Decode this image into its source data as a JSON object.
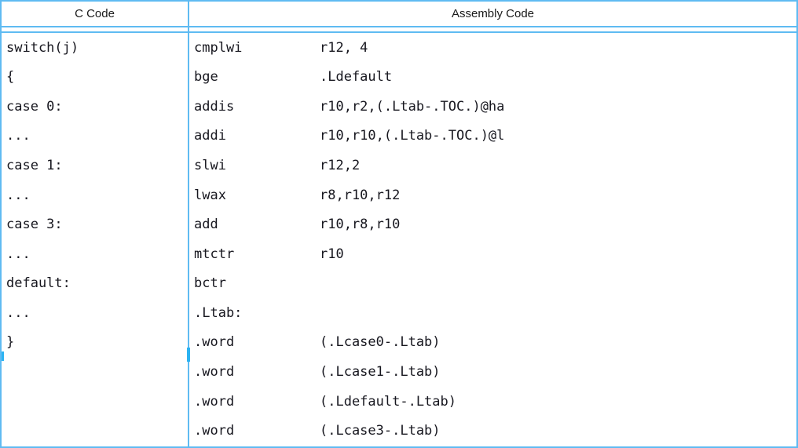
{
  "table": {
    "headers": {
      "c": "C Code",
      "asm": "Assembly Code"
    },
    "colors": {
      "border": "#5fbbf2",
      "separator_stub": "#2cb3f2",
      "code_text": "#17171f",
      "header_text": "#1a1a1a",
      "background": "#ffffff"
    },
    "rows": [
      {
        "c": "switch(j)",
        "m": "cmplwi",
        "o": "r12, 4"
      },
      {
        "c": "{",
        "m": "bge",
        "o": ".Ldefault"
      },
      {
        "c": "case 0:",
        "m": "addis",
        "o": "r10,r2,(.Ltab-.TOC.)@ha"
      },
      {
        "c": "...",
        "m": "addi",
        "o": "r10,r10,(.Ltab-.TOC.)@l"
      },
      {
        "c": "case 1:",
        "m": "slwi",
        "o": "r12,2"
      },
      {
        "c": "...",
        "m": "lwax",
        "o": "r8,r10,r12"
      },
      {
        "c": "case 3:",
        "m": "add",
        "o": "r10,r8,r10"
      },
      {
        "c": "...",
        "m": "mtctr",
        "o": "r10"
      },
      {
        "c": "default:",
        "m": "bctr",
        "o": ""
      },
      {
        "c": "...",
        "m": ".Ltab:",
        "o": ""
      },
      {
        "c": "}",
        "m": ".word",
        "o": "(.Lcase0-.Ltab)"
      },
      {
        "c": "",
        "m": ".word",
        "o": "(.Lcase1-.Ltab)"
      },
      {
        "c": "",
        "m": ".word",
        "o": "(.Ldefault-.Ltab)"
      },
      {
        "c": "",
        "m": ".word",
        "o": "(.Lcase3-.Ltab)"
      }
    ]
  }
}
